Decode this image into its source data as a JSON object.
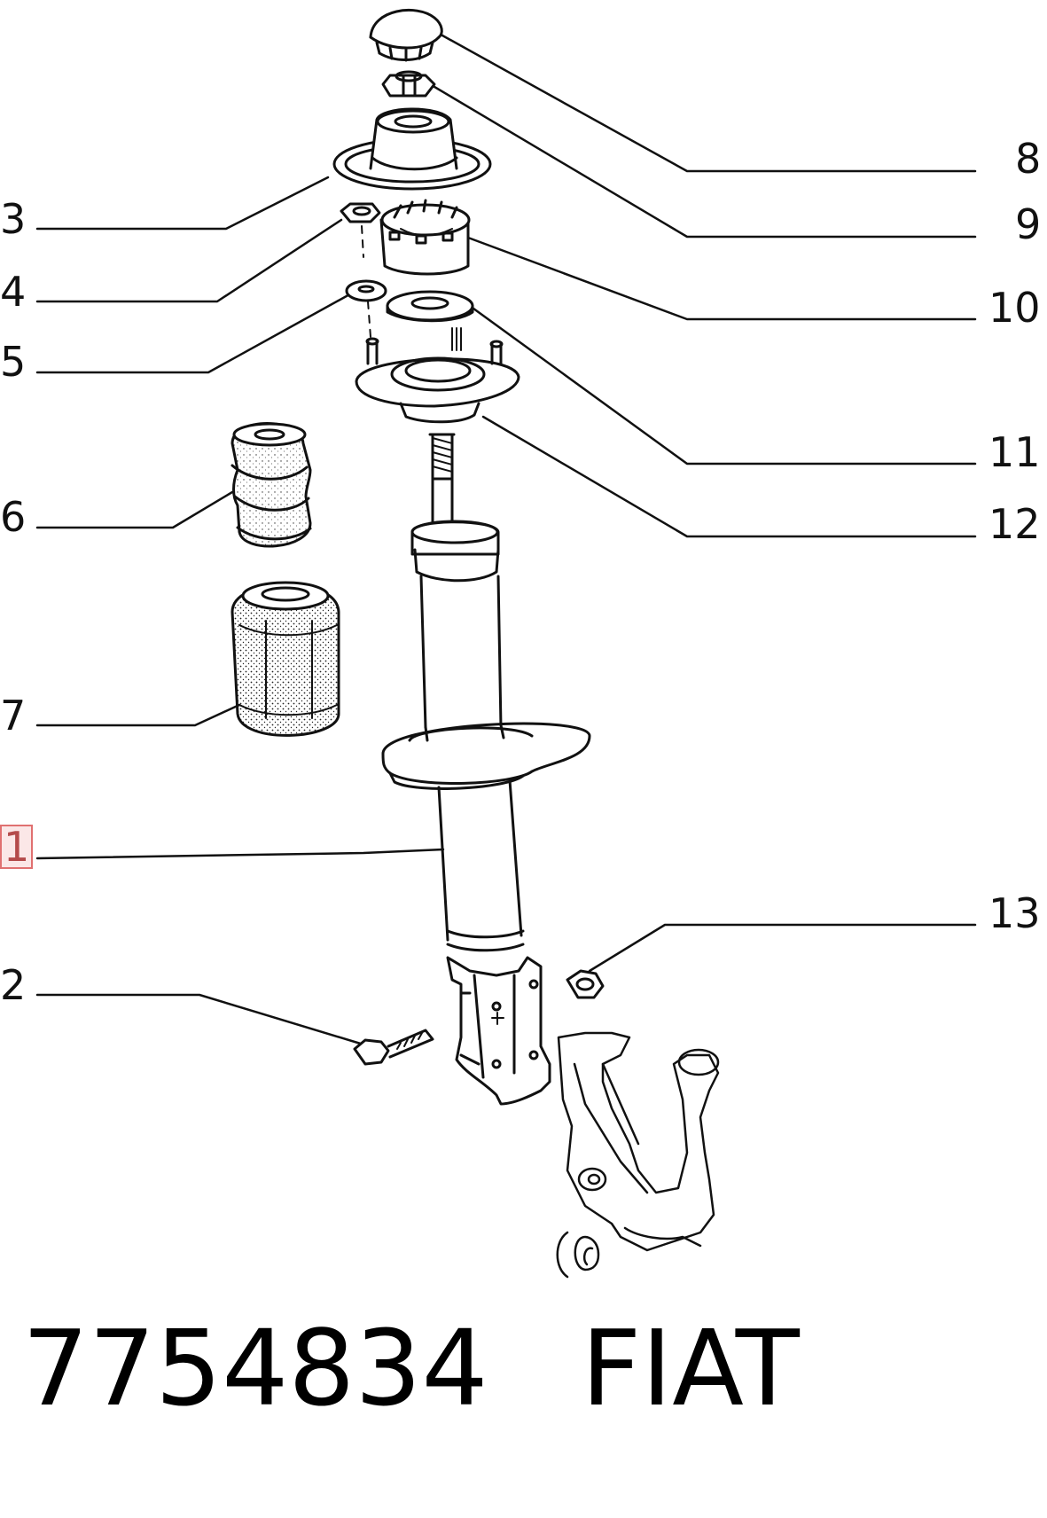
{
  "callouts": [
    {
      "id": "1",
      "label": "1",
      "highlighted": true
    },
    {
      "id": "2",
      "label": "2"
    },
    {
      "id": "3",
      "label": "3"
    },
    {
      "id": "4",
      "label": "4"
    },
    {
      "id": "5",
      "label": "5"
    },
    {
      "id": "6",
      "label": "6"
    },
    {
      "id": "7",
      "label": "7"
    },
    {
      "id": "8",
      "label": "8"
    },
    {
      "id": "9",
      "label": "9"
    },
    {
      "id": "10",
      "label": "10"
    },
    {
      "id": "11",
      "label": "11"
    },
    {
      "id": "12",
      "label": "12"
    },
    {
      "id": "13",
      "label": "13"
    }
  ],
  "part_number": "7754834",
  "brand": "FIAT",
  "colors": {
    "line": "#111111",
    "highlight_border": "#e07070",
    "highlight_fill": "#fbe7e7",
    "highlight_text": "#b44a4a"
  }
}
